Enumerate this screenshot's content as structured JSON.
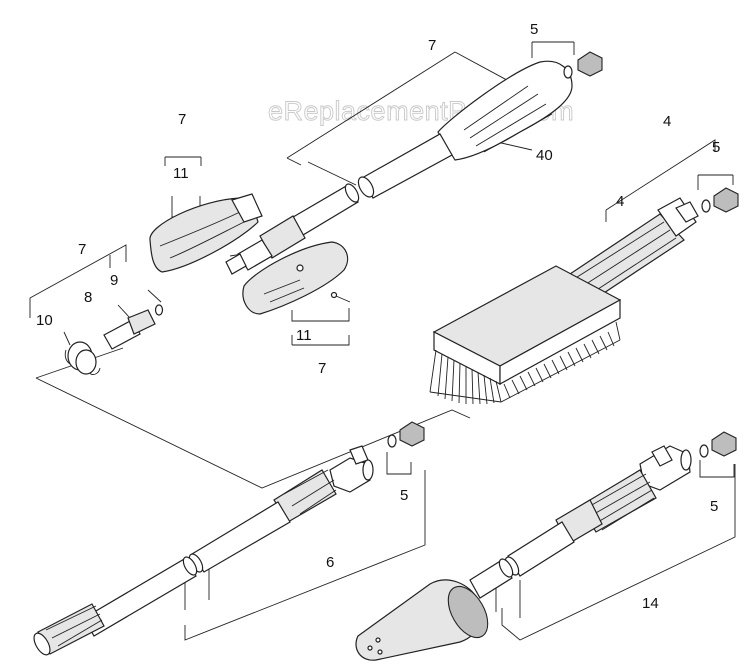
{
  "watermark": "eReplacementParts.com",
  "callouts": {
    "c7_top": "7",
    "c5_top": "5",
    "c40": "40",
    "c4_a": "4",
    "c4_b": "4",
    "c5_brush": "5",
    "c7_left_top": "7",
    "c11_top": "11",
    "c7_left": "7",
    "c9": "9",
    "c8": "8",
    "c10": "10",
    "c11_bottom": "11",
    "c7_bottom": "7",
    "c5_mid": "5",
    "c6": "6",
    "c5_right": "5",
    "c14": "14"
  }
}
